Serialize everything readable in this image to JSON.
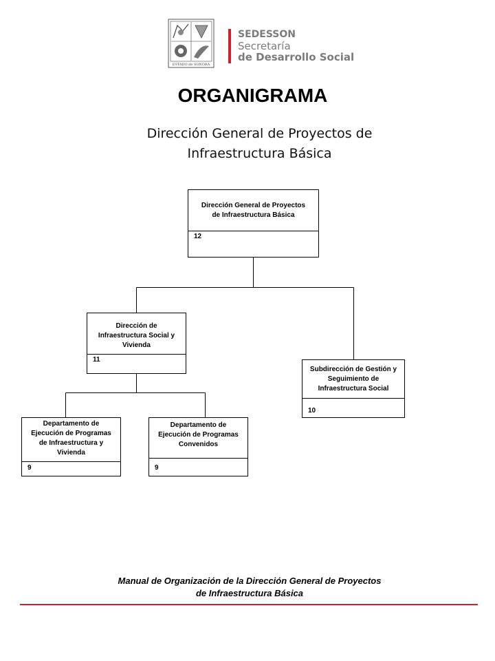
{
  "header": {
    "seal_caption": "ESTADO de SONORA",
    "brand_name": "SEDESSON",
    "brand_line1": "Secretaría",
    "brand_line2": "de Desarrollo Social",
    "brand_color": "#d0202e",
    "brand_text_color": "#7b7b7b"
  },
  "title": "ORGANIGRAMA",
  "subtitle": {
    "line1": "Dirección General de Proyectos de",
    "line2": "Infraestructura Básica"
  },
  "org_chart": {
    "root": {
      "title_lines": [
        "Dirección General de Proyectos",
        "de Infraestructura  Básica"
      ],
      "code": "12"
    },
    "direccion": {
      "title_lines": [
        "Dirección de",
        "Infraestructura  Social y",
        "Vivienda"
      ],
      "code": "11"
    },
    "subdireccion": {
      "title_lines": [
        "Subdirección  de Gestión y",
        "Seguimiento de",
        "Infraestructura  Social"
      ],
      "code": "10"
    },
    "depto_vivienda": {
      "title_lines": [
        "Departamento de",
        "Ejecución de Programas",
        "de Infraestructura  y",
        "Vivienda"
      ],
      "code": "9"
    },
    "depto_convenidos": {
      "title_lines": [
        "Departamento de",
        "Ejecución de Programas",
        "Convenidos"
      ],
      "code": "9"
    }
  },
  "footer": {
    "line1": "Manual de Organización de la Dirección General de Proyectos",
    "line2": "de Infraestructura Básica",
    "rule_color": "#c22b2b"
  }
}
